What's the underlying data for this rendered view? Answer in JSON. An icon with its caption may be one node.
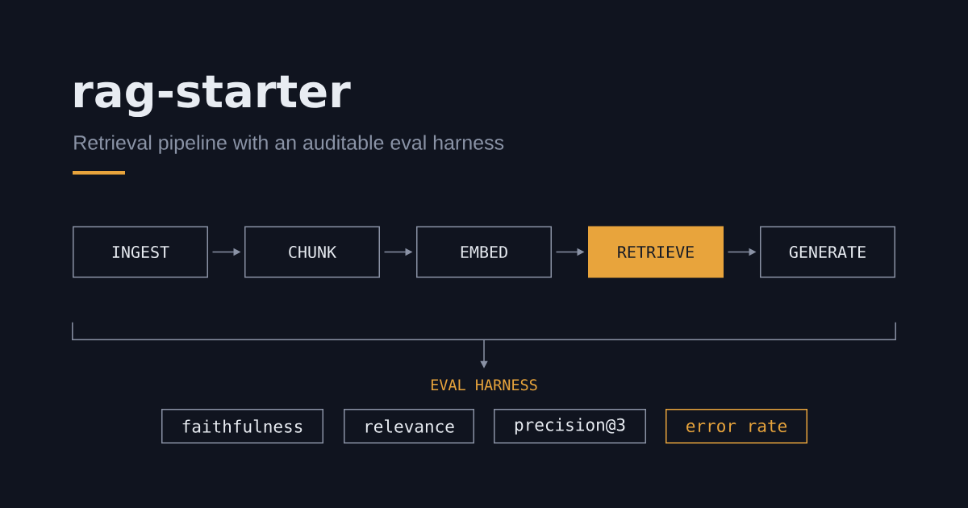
{
  "diagram": {
    "title": "rag-starter",
    "nodes": [
      {
        "text": [
          "INGEST"
        ]
      },
      {
        "text": [
          "CHUNK"
        ]
      },
      {
        "text": [
          "EMBED"
        ]
      },
      {
        "text": [
          "RETRIEVE"
        ]
      },
      {
        "text": [
          "GENERATE"
        ]
      },
      {
        "text": [],
        "shape": "bracket"
      },
      {
        "text": [
          "EVAL HARNESS"
        ]
      },
      {
        "text": [
          "faithfulness"
        ]
      },
      {
        "text": [
          "relevance"
        ]
      },
      {
        "text": [
          "precision@3"
        ]
      },
      {
        "text": [
          "error rate"
        ]
      }
    ],
    "edges": [
      {
        "from": 0,
        "to": 1,
        "arrow": "to"
      },
      {
        "from": 1,
        "to": 2,
        "arrow": "to"
      },
      {
        "from": 2,
        "to": 3,
        "arrow": "to"
      },
      {
        "from": 3,
        "to": 4,
        "arrow": "to"
      },
      {
        "from": 5,
        "to": 6,
        "arrow": "to"
      }
    ],
    "labels": [
      "Retrieval pipeline with an auditable eval harness"
    ]
  }
}
